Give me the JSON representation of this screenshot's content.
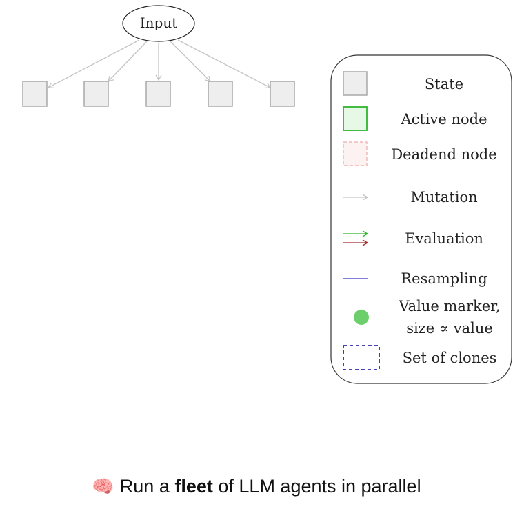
{
  "tree": {
    "root_label": "Input",
    "children_count": 5
  },
  "legend": {
    "items": [
      {
        "key": "state",
        "label": "State",
        "symbol": "gray-square"
      },
      {
        "key": "active",
        "label": "Active node",
        "symbol": "green-square"
      },
      {
        "key": "deadend",
        "label": "Deadend node",
        "symbol": "pink-dashed-square"
      },
      {
        "key": "mutation",
        "label": "Mutation",
        "symbol": "gray-arrow"
      },
      {
        "key": "evaluation",
        "label": "Evaluation",
        "symbol": "green-red-arrows"
      },
      {
        "key": "resampling",
        "label": "Resampling",
        "symbol": "blue-line"
      },
      {
        "key": "value",
        "label_line1": "Value marker,",
        "label_line2": "size ∝ value",
        "symbol": "green-dot"
      },
      {
        "key": "clones",
        "label": "Set of clones",
        "symbol": "blue-dashed-rect"
      }
    ]
  },
  "caption": {
    "emoji": "🧠",
    "before": "Run a ",
    "bold": "fleet",
    "after": " of LLM agents in parallel"
  },
  "colors": {
    "node_fill": "#eeeeee",
    "node_stroke": "#a8a8a8",
    "edge": "#c4c4c4",
    "active_fill": "#e6f9e6",
    "active_stroke": "#2fb52f",
    "deadend_fill": "#fdf2f2",
    "deadend_stroke": "#f0b8b8",
    "eval_green": "#2fb52f",
    "eval_red": "#a52a2a",
    "resample": "#8080d8",
    "value_dot": "#6ccf6c",
    "clones": "#2a2aa8"
  }
}
